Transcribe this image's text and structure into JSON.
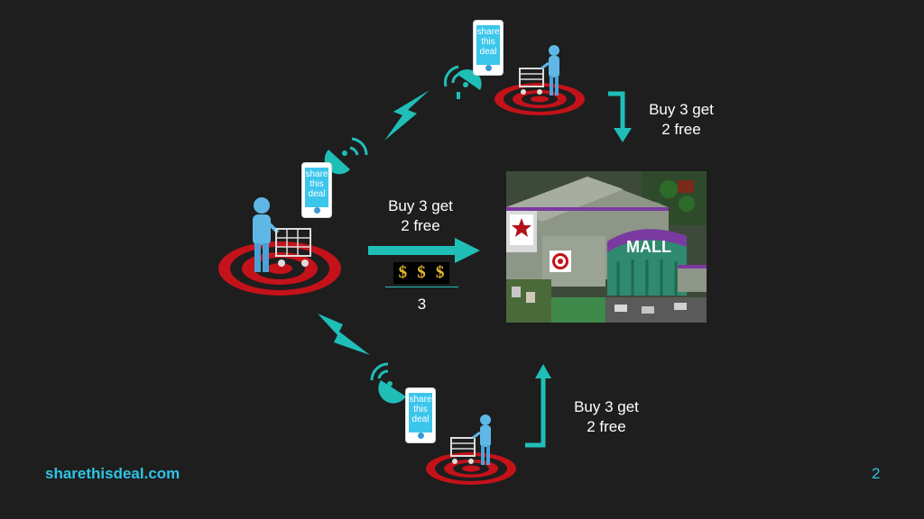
{
  "phone_label": "share\nthis\ndeal",
  "deals": {
    "top": "Buy 3 get\n2 free",
    "center": "Buy 3 get\n2 free",
    "bottom": "Buy 3 get\n2 free"
  },
  "price_symbols": [
    "$",
    "$",
    "$"
  ],
  "shopper_count": "3",
  "mall_sign": "MALL",
  "footer": {
    "site": "sharethisdeal.com",
    "page": "2"
  },
  "colors": {
    "accent": "#2ec4e6",
    "arrow": "#1fbfb8",
    "target": "#c4121a",
    "background": "#1e1e1e"
  },
  "icons": [
    "shopper-with-cart-icon",
    "bullseye-target-icon",
    "phone-icon",
    "satellite-dish-icon",
    "lightning-bolt-icon",
    "arrow-icon",
    "mall-image"
  ]
}
